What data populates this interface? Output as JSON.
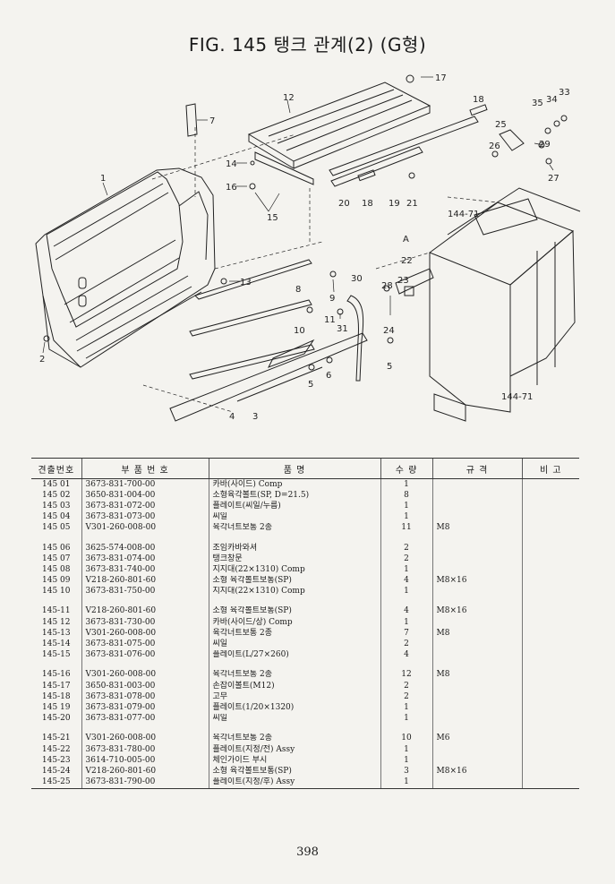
{
  "title": "FIG. 145 탱크 관계(2) (G형)",
  "diagram_labels": [
    "1",
    "2",
    "3",
    "4",
    "5",
    "5",
    "6",
    "7",
    "8",
    "9",
    "10",
    "11",
    "12",
    "13",
    "14",
    "15",
    "16",
    "17",
    "18",
    "18",
    "19",
    "20",
    "21",
    "22",
    "23",
    "24",
    "25",
    "26",
    "27",
    "28",
    "29",
    "30",
    "31",
    "33",
    "34",
    "35",
    "144-71",
    "144-71",
    "A"
  ],
  "table": {
    "headers": [
      "견출번호",
      "부 품 번 호",
      "품 명",
      "수 량",
      "규 격",
      "비 고"
    ],
    "groups": [
      [
        {
          "no": "145 01",
          "part": "3673-831-700-00",
          "name": "카바(사이드) Comp",
          "qty": "1",
          "spec": ""
        },
        {
          "no": "145 02",
          "part": "3650-831-004-00",
          "name": "소형육각볼트(SP, D=21.5)",
          "qty": "8",
          "spec": ""
        },
        {
          "no": "145 03",
          "part": "3673-831-072-00",
          "name": "플레이트(씨일/누름)",
          "qty": "1",
          "spec": ""
        },
        {
          "no": "145 04",
          "part": "3673-831-073-00",
          "name": "씨일",
          "qty": "1",
          "spec": ""
        },
        {
          "no": "145 05",
          "part": "V301-260-008-00",
          "name": "육각너트보통 2종",
          "qty": "11",
          "spec": "M8"
        }
      ],
      [
        {
          "no": "145 06",
          "part": "3625-574-008-00",
          "name": "조임카바와셔",
          "qty": "2",
          "spec": ""
        },
        {
          "no": "145 07",
          "part": "3673-831-074-00",
          "name": "탱크창문",
          "qty": "2",
          "spec": ""
        },
        {
          "no": "145 08",
          "part": "3673-831-740-00",
          "name": "지지대(22×1310) Comp",
          "qty": "1",
          "spec": ""
        },
        {
          "no": "145 09",
          "part": "V218-260-801-60",
          "name": "소형 육각볼트보통(SP)",
          "qty": "4",
          "spec": "M8×16"
        },
        {
          "no": "145 10",
          "part": "3673-831-750-00",
          "name": "지지대(22×1310) Comp",
          "qty": "1",
          "spec": ""
        }
      ],
      [
        {
          "no": "145-11",
          "part": "V218-260-801-60",
          "name": "소형 육각볼트보통(SP)",
          "qty": "4",
          "spec": "M8×16"
        },
        {
          "no": "145 12",
          "part": "3673-831-730-00",
          "name": "카바(사이드/상) Comp",
          "qty": "1",
          "spec": ""
        },
        {
          "no": "145-13",
          "part": "V301-260-008-00",
          "name": "육각너트보통 2종",
          "qty": "7",
          "spec": "M8"
        },
        {
          "no": "145-14",
          "part": "3673-831-075-00",
          "name": "씨일",
          "qty": "2",
          "spec": ""
        },
        {
          "no": "145-15",
          "part": "3673-831-076-00",
          "name": "플레이트(L/27×260)",
          "qty": "4",
          "spec": ""
        }
      ],
      [
        {
          "no": "145-16",
          "part": "V301-260-008-00",
          "name": "육각너트보통 2종",
          "qty": "12",
          "spec": "M8"
        },
        {
          "no": "145-17",
          "part": "3650-831-003-00",
          "name": "손잡이볼트(M12)",
          "qty": "2",
          "spec": ""
        },
        {
          "no": "145-18",
          "part": "3673-831-078-00",
          "name": "고무",
          "qty": "2",
          "spec": ""
        },
        {
          "no": "145 19",
          "part": "3673-831-079-00",
          "name": "플레이트(1/20×1320)",
          "qty": "1",
          "spec": ""
        },
        {
          "no": "145-20",
          "part": "3673-831-077-00",
          "name": "씨일",
          "qty": "1",
          "spec": ""
        }
      ],
      [
        {
          "no": "145-21",
          "part": "V301-260-008-00",
          "name": "육각너트보통 2종",
          "qty": "10",
          "spec": "M6"
        },
        {
          "no": "145-22",
          "part": "3673-831-780-00",
          "name": "플레이트(지정/전) Assy",
          "qty": "1",
          "spec": ""
        },
        {
          "no": "145-23",
          "part": "3614-710-005-00",
          "name": "체인가이드 부시",
          "qty": "1",
          "spec": ""
        },
        {
          "no": "145-24",
          "part": "V218-260-801-60",
          "name": "소형 육각볼트보통(SP)",
          "qty": "3",
          "spec": "M8×16"
        },
        {
          "no": "145-25",
          "part": "3673-831-790-00",
          "name": "플레이트(지정/후) Assy",
          "qty": "1",
          "spec": ""
        }
      ]
    ]
  },
  "page_number": "398"
}
